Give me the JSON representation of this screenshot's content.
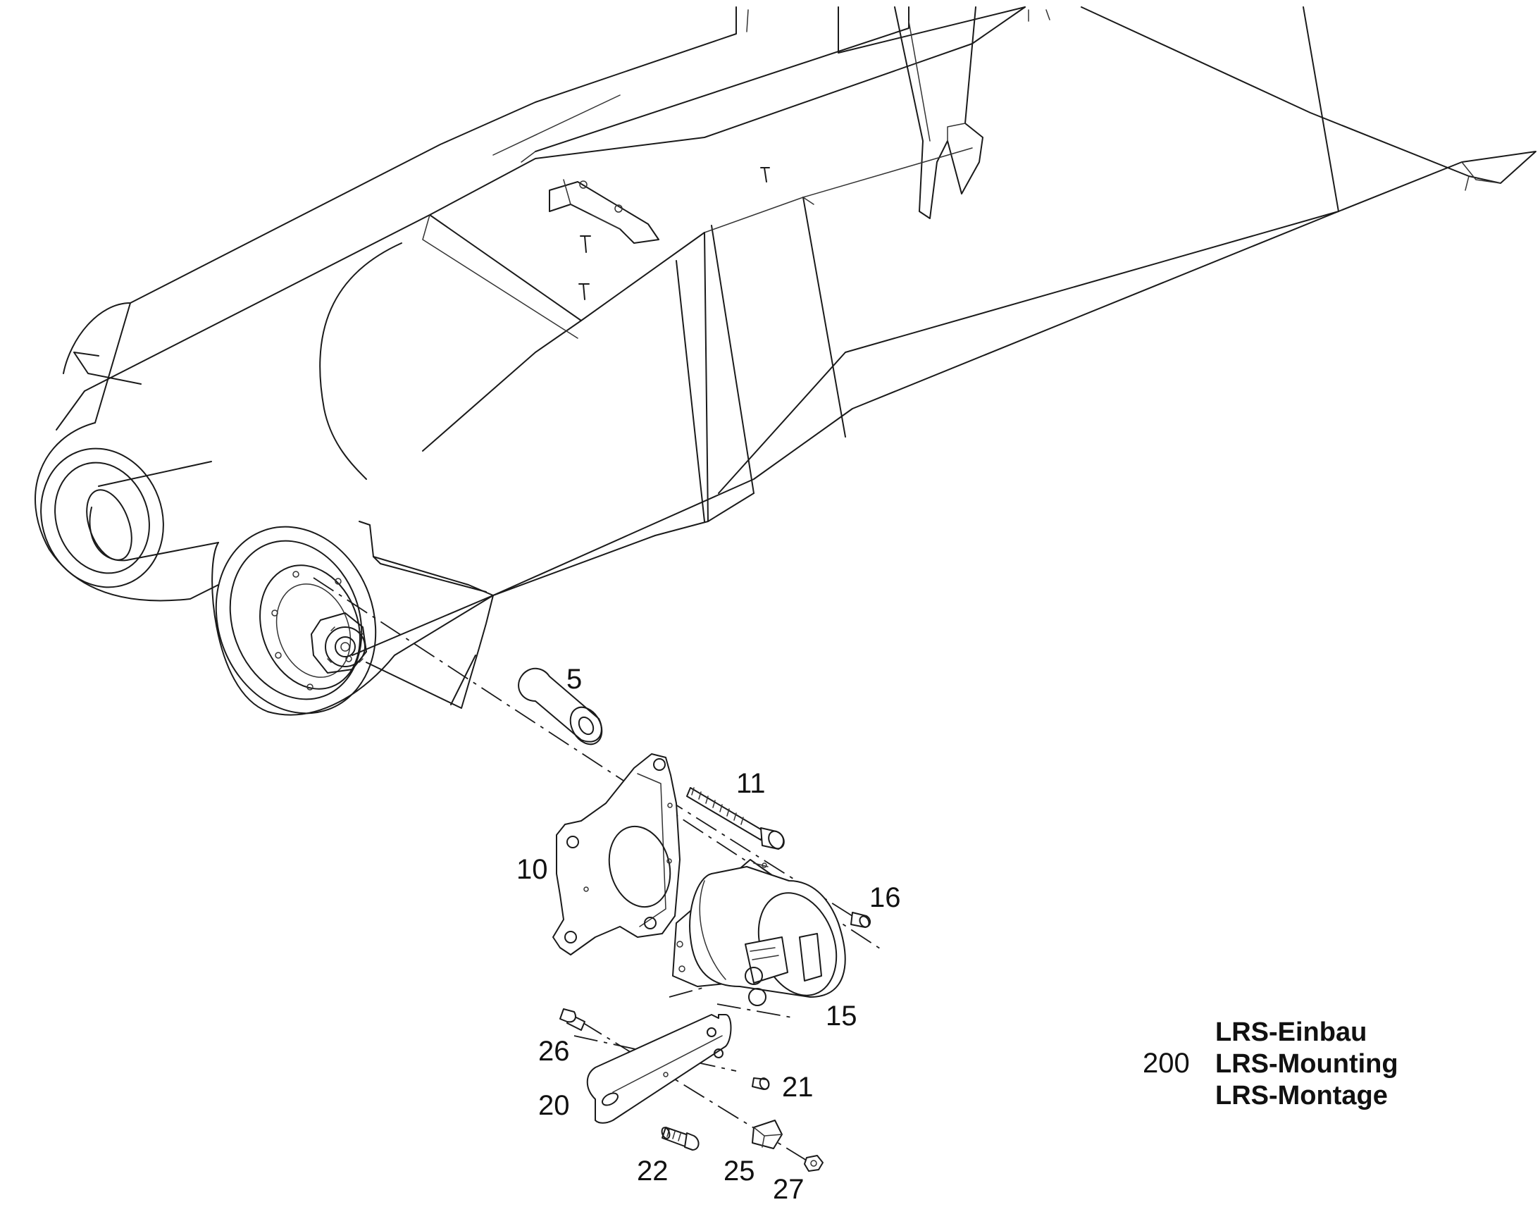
{
  "title_block": {
    "number": "200",
    "line_de": "LRS-Einbau",
    "line_en": "LRS-Mounting",
    "line_fr": "LRS-Montage"
  },
  "callouts": {
    "c5": "5",
    "c10": "10",
    "c11": "11",
    "c15": "15",
    "c16": "16",
    "c20": "20",
    "c21": "21",
    "c22": "22",
    "c25": "25",
    "c26": "26",
    "c27": "27"
  }
}
